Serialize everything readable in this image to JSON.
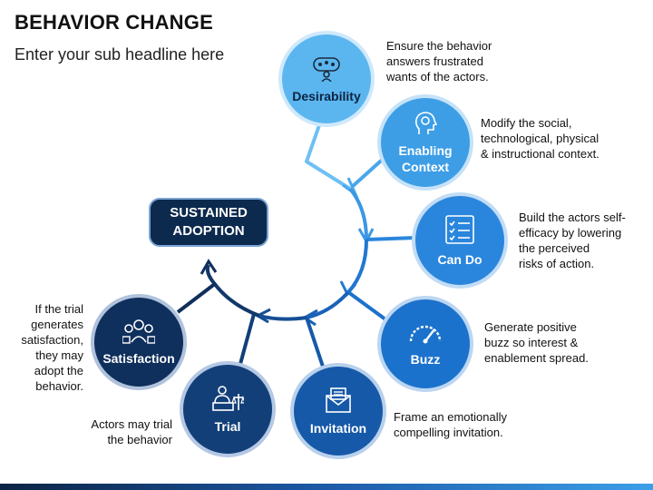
{
  "header": {
    "title": "BEHAVIOR CHANGE",
    "subtitle": "Enter your sub headline here"
  },
  "center": {
    "line1": "SUSTAINED",
    "line2": "ADOPTION"
  },
  "nodes": {
    "desirability": {
      "label": "Desirability",
      "icon": "people-ideas-icon",
      "color": "#5bb6f0",
      "desc": [
        "Ensure the behavior",
        "answers frustrated",
        "wants of the actors."
      ]
    },
    "enabling": {
      "label1": "Enabling",
      "label2": "Context",
      "icon": "head-gear-icon",
      "color": "#3d9ee6",
      "desc": [
        "Modify the social,",
        "technological, physical",
        "& instructional context."
      ]
    },
    "cando": {
      "label": "Can Do",
      "icon": "checklist-icon",
      "color": "#2a86dd",
      "desc": [
        "Build the actors self-",
        "efficacy by lowering",
        "the perceived",
        "risks of action."
      ]
    },
    "buzz": {
      "label": "Buzz",
      "icon": "gauge-icon",
      "color": "#1b72cc",
      "desc": [
        "Generate positive",
        "buzz so interest &",
        "enablement spread."
      ]
    },
    "invitation": {
      "label": "Invitation",
      "icon": "envelope-icon",
      "color": "#1659a8",
      "desc": [
        "Frame an emotionally",
        "compelling invitation."
      ]
    },
    "trial": {
      "label": "Trial",
      "icon": "presenter-scale-icon",
      "color": "#123f78",
      "desc": [
        "Actors may trial",
        "the behavior"
      ]
    },
    "satisfaction": {
      "label": "Satisfaction",
      "icon": "happy-people-icon",
      "color": "#0f2f5c",
      "desc": [
        "If the trial",
        "generates",
        "satisfaction,",
        "they may",
        "adopt the",
        "behavior."
      ]
    }
  }
}
